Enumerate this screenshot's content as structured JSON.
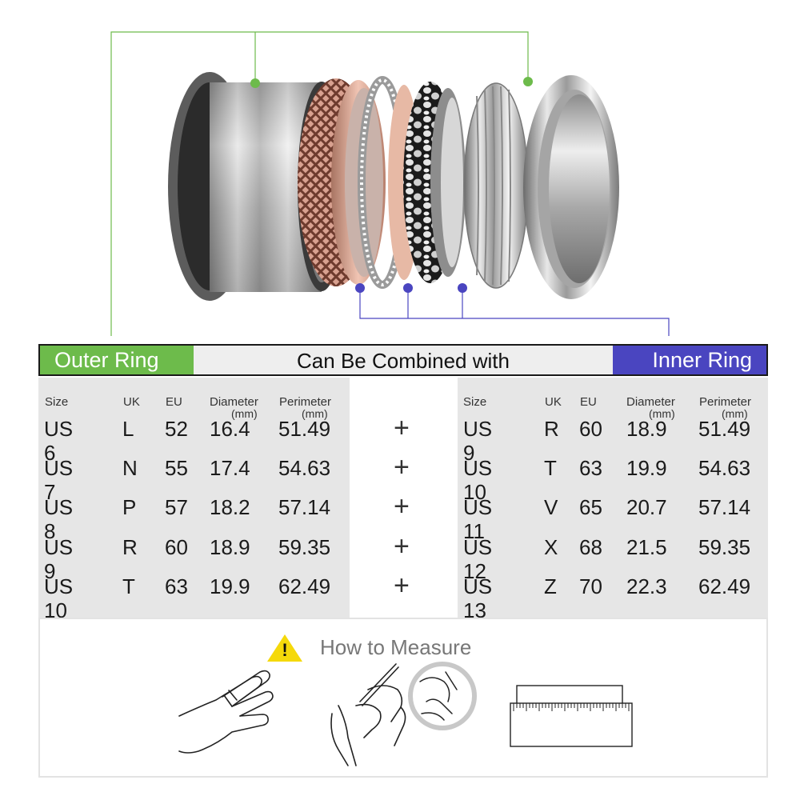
{
  "header": {
    "outer_label": "Outer Ring",
    "middle_label": "Can Be Combined with",
    "inner_label": "Inner Ring"
  },
  "columns": {
    "size": "Size",
    "uk": "UK",
    "eu": "EU",
    "diameter": "Diameter",
    "diameter_unit": "(mm)",
    "perimeter": "Perimeter",
    "perimeter_unit": "(mm)"
  },
  "outer_rows": [
    {
      "size": "US 6",
      "uk": "L",
      "eu": "52",
      "diameter": "16.4",
      "perimeter": "51.49"
    },
    {
      "size": "US 7",
      "uk": "N",
      "eu": "55",
      "diameter": "17.4",
      "perimeter": "54.63"
    },
    {
      "size": "US 8",
      "uk": "P",
      "eu": "57",
      "diameter": "18.2",
      "perimeter": "57.14"
    },
    {
      "size": "US 9",
      "uk": "R",
      "eu": "60",
      "diameter": "18.9",
      "perimeter": "59.35"
    },
    {
      "size": "US 10",
      "uk": "T",
      "eu": "63",
      "diameter": "19.9",
      "perimeter": "62.49"
    }
  ],
  "plus_symbol": "+",
  "inner_rows": [
    {
      "size": "US 9",
      "uk": "R",
      "eu": "60",
      "diameter": "18.9",
      "perimeter": "51.49"
    },
    {
      "size": "US 10",
      "uk": "T",
      "eu": "63",
      "diameter": "19.9",
      "perimeter": "54.63"
    },
    {
      "size": "US 11",
      "uk": "V",
      "eu": "65",
      "diameter": "20.7",
      "perimeter": "57.14"
    },
    {
      "size": "US 12",
      "uk": "X",
      "eu": "68",
      "diameter": "21.5",
      "perimeter": "59.35"
    },
    {
      "size": "US 13",
      "uk": "Z",
      "eu": "70",
      "diameter": "22.3",
      "perimeter": "62.49"
    }
  ],
  "measure": {
    "title": "How to Measure",
    "warning_symbol": "!"
  },
  "colors": {
    "outer_green": "#6dbb4b",
    "inner_blue": "#4a45c0",
    "panel_gray": "#e6e6e6"
  }
}
